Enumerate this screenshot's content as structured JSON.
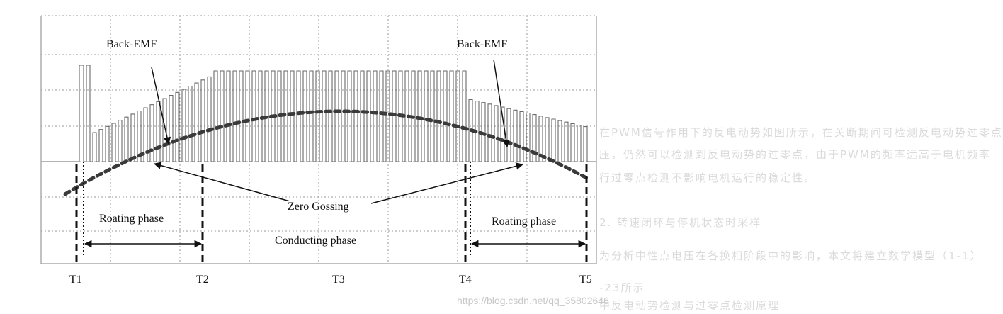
{
  "labels": {
    "back_emf_left": "Back-EMF",
    "back_emf_right": "Back-EMF",
    "zero_crossing": "Zero Gossing",
    "rotating_phase_left": "Roating phase",
    "rotating_phase_right": "Roating phase",
    "conducting_phase": "Conducting phase"
  },
  "time_markers": [
    "T1",
    "T2",
    "T3",
    "T4",
    "T5"
  ],
  "watermark": "https://blog.csdn.net/qq_35802646",
  "background_text": {
    "line1": "在PWM信号作用下的反电动势如图所示，在关断期间可检测反电动势过零点",
    "line2": "压，仍然可以检测到反电动势的过零点，由于PWM的频率远高于电机频率",
    "line3": "行过零点检测不影响电机运行的稳定性。",
    "section": "2. 转速闭环与停机状态时采样",
    "line4": "为分析中性点电压在各换相阶段中的影响，本文将建立数学模型（1-1）",
    "line5": "-23所示",
    "line6": "中反电动势检测与过零点检测原理"
  },
  "colors": {
    "grid": "#9a9a9a",
    "pwm": "#6a6a6a",
    "curve": "#3a3a3a",
    "marker": "#111111"
  }
}
